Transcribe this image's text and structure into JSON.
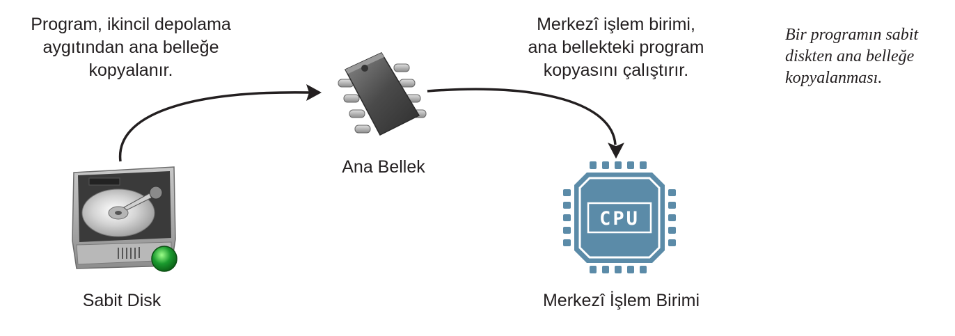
{
  "caption_left": {
    "line1": "Program, ikincil depolama",
    "line2": "aygıtından ana belleğe",
    "line3": "kopyalanır."
  },
  "caption_right": {
    "line1": "Merkezî işlem birimi,",
    "line2": "ana bellekteki program",
    "line3": "kopyasını çalıştırır."
  },
  "side_note": {
    "line1": "Bir programın sabit",
    "line2": "diskten ana belleğe",
    "line3": "kopyalanması."
  },
  "nodes": {
    "hard_disk": {
      "label": "Sabit Disk",
      "icon": "hard-disk-icon"
    },
    "memory": {
      "label": "Ana Bellek",
      "icon": "memory-chip-icon"
    },
    "cpu": {
      "label": "Merkezî İşlem Birimi",
      "icon": "cpu-icon",
      "chip_text": "CPU"
    }
  },
  "colors": {
    "cpu_fill": "#5b8ba8",
    "arrow": "#231f20",
    "disk_led": "#1a9a2e",
    "chip_body": "#555555"
  }
}
